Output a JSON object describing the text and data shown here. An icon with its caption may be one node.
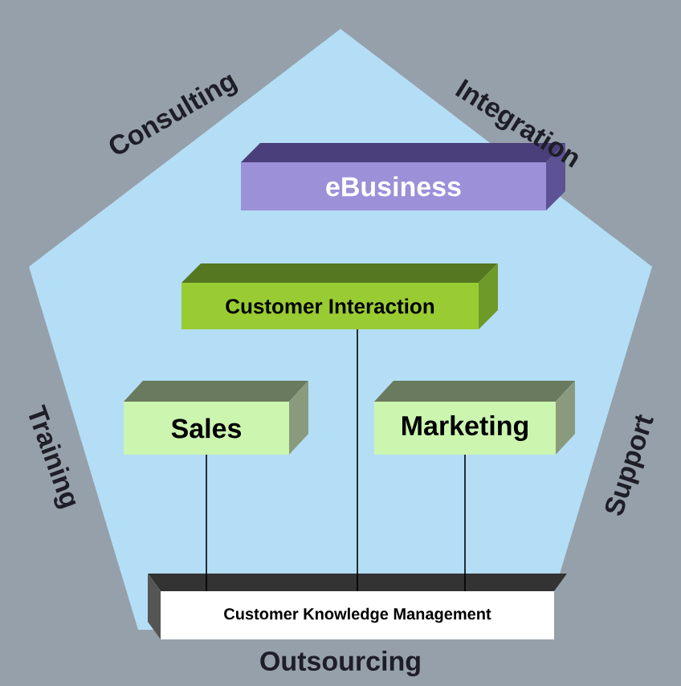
{
  "diagram": {
    "nodes": [
      {
        "text": [
          "eBusiness"
        ]
      },
      {
        "text": [
          "Customer Interaction"
        ]
      },
      {
        "text": [
          "Sales"
        ]
      },
      {
        "text": [
          "Marketing"
        ]
      },
      {
        "text": [
          "Customer Knowledge Management"
        ]
      }
    ],
    "edges": [
      {
        "from": 1,
        "to": 4,
        "arrow": "none"
      },
      {
        "from": 2,
        "to": 4,
        "arrow": "none"
      },
      {
        "from": 3,
        "to": 4,
        "arrow": "none"
      }
    ],
    "labels": [
      "Consulting",
      "Integration",
      "Training",
      "Support",
      "Outsourcing"
    ]
  }
}
